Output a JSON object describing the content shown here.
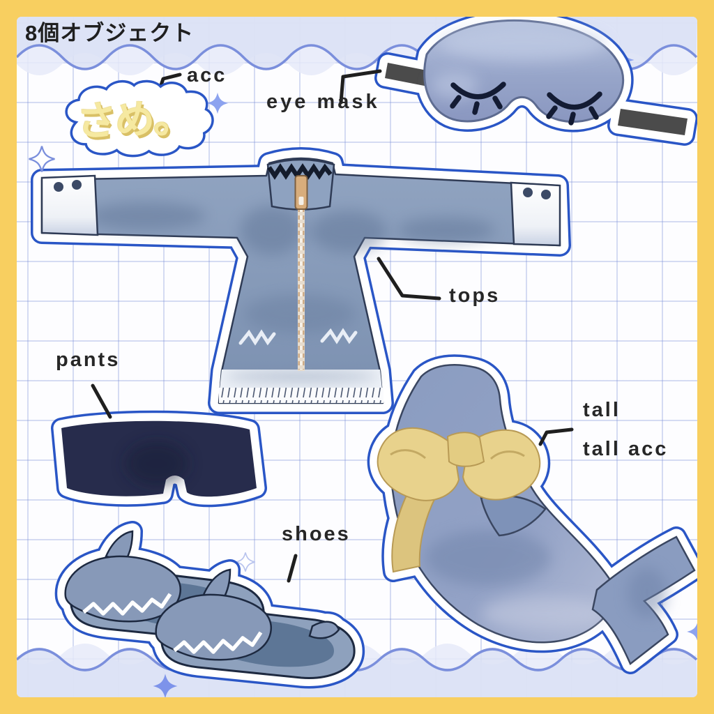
{
  "header": {
    "title": "8個オブジェクト"
  },
  "logo": {
    "text": "さめ。"
  },
  "labels": {
    "acc": "acc",
    "eye_mask": "eye mask",
    "tops": "tops",
    "pants": "pants",
    "shoes": "shoes",
    "tall": "tall",
    "tall_acc": "tall acc"
  },
  "items": [
    "same-logo-sticker",
    "eye-mask",
    "pajama-top-with-zipper",
    "navy-shorts",
    "shark-slippers",
    "shark-tail-with-yellow-bow"
  ],
  "colors": {
    "frame_yellow": "#f8cf60",
    "canvas_white": "#fdfdff",
    "grid_blue": "#768bd6",
    "wave_lavender": "#dbe0f5",
    "wave_line_blue": "#7b8fdc",
    "sticker_outline_blue": "#2a56c6",
    "item_blue": "#8094b4",
    "item_blue_dark": "#5c7193",
    "navy": "#272c4c",
    "strap_gray": "#4b4b4b",
    "bow_yellow": "#e6d085",
    "logo_yellow": "#f6e9a1",
    "zipper_tan": "#d8ad7c",
    "label_black": "#272727",
    "sparkle_blue": "#8da3ef"
  }
}
